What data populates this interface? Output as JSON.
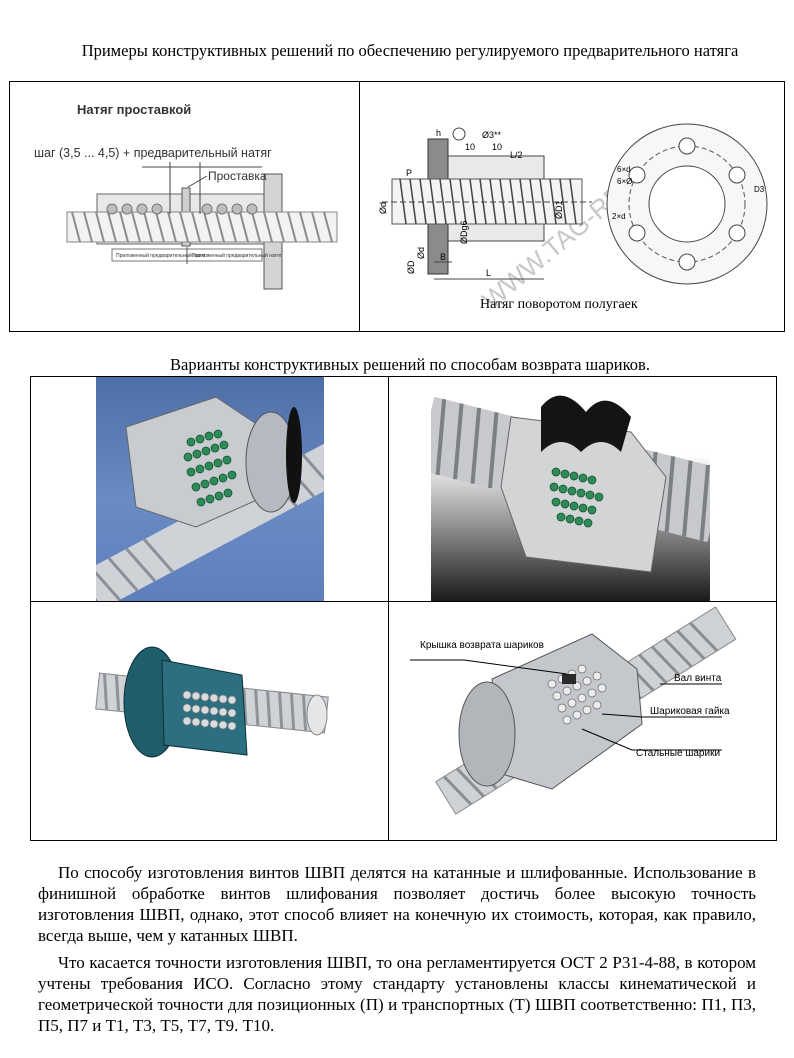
{
  "section1": {
    "title": "Примеры конструктивных решений по обеспечению регулируемого предварительного натяга",
    "left_diagram": {
      "heading": "Натяг проставкой",
      "step_label": "шаг (3,5 ... 4,5) + предварительный натяг",
      "spacer_label": "Проставка",
      "preload_left": "Приложенный предварительный натяг",
      "preload_right": "Приложенный предварительный натяг"
    },
    "right_diagram": {
      "caption": "Натяг поворотом полугаек",
      "watermark": "WWW.TAG-RET.COM",
      "dims": [
        "h",
        "10",
        "10",
        "Ø3**",
        "L/2",
        "P",
        "Ød",
        "Ød",
        "ØDg6",
        "ØD1",
        "ØD",
        "B",
        "L",
        "6×d",
        "6×Ø",
        "D3",
        "2×d"
      ]
    }
  },
  "section2": {
    "title": "Варианты конструктивных решений по способам возврата шариков.",
    "labels": {
      "cover": "Крышка возврата шариков",
      "shaft": "Вал винта",
      "nut": "Шариковая гайка",
      "balls": "Стальные шарики"
    }
  },
  "text": {
    "p1": "По способу изготовления винтов ШВП делятся на катанные и шлифованные. Использование в финишной обработке винтов шлифования позволяет достичь более высокую точность изготовления ШВП, однако, этот способ влияет на конечную их стоимость, которая, как правило, всегда выше, чем у катанных ШВП.",
    "p2": "Что касается точности изготовления ШВП, то она регламентируется ОСТ 2 Р31-4-88, в котором учтены требования ИСО. Согласно этому стандарту установлены классы кинематической и геометрической точности для позиционных (П) и транспортных (Т) ШВП соответственно: П1, П3, П5, П7 и Т1, Т3, Т5, Т7, Т9. Т10."
  }
}
